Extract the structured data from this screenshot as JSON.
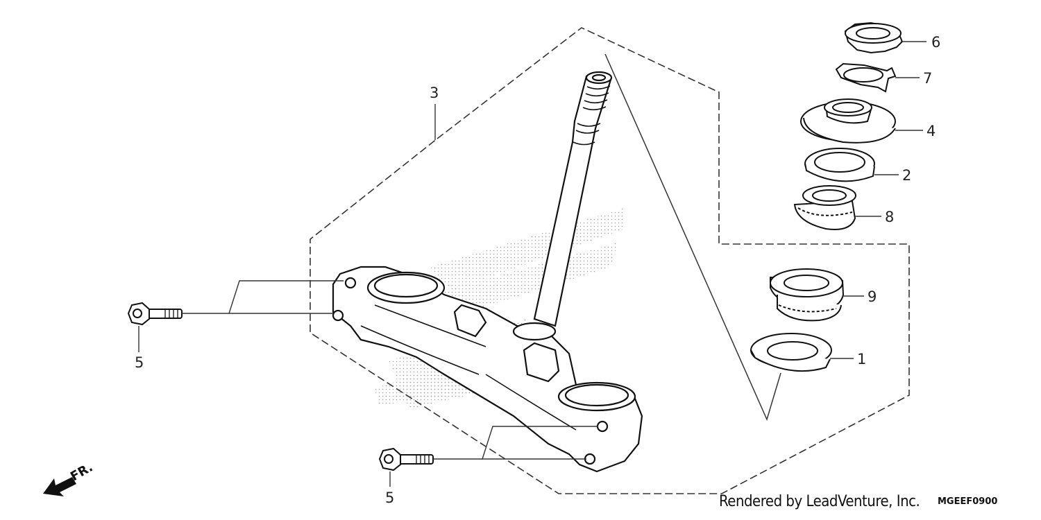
{
  "callouts": {
    "p1": "1",
    "p2": "2",
    "p3": "3",
    "p4": "4",
    "p5a": "5",
    "p5b": "5",
    "p6": "6",
    "p7": "7",
    "p8": "8",
    "p9": "9"
  },
  "direction": {
    "label": "FR."
  },
  "footer": {
    "credit": "Rendered by LeadVenture, Inc.",
    "code": "MGEEF0900"
  },
  "icons": {
    "direction": "arrow-front-icon"
  }
}
